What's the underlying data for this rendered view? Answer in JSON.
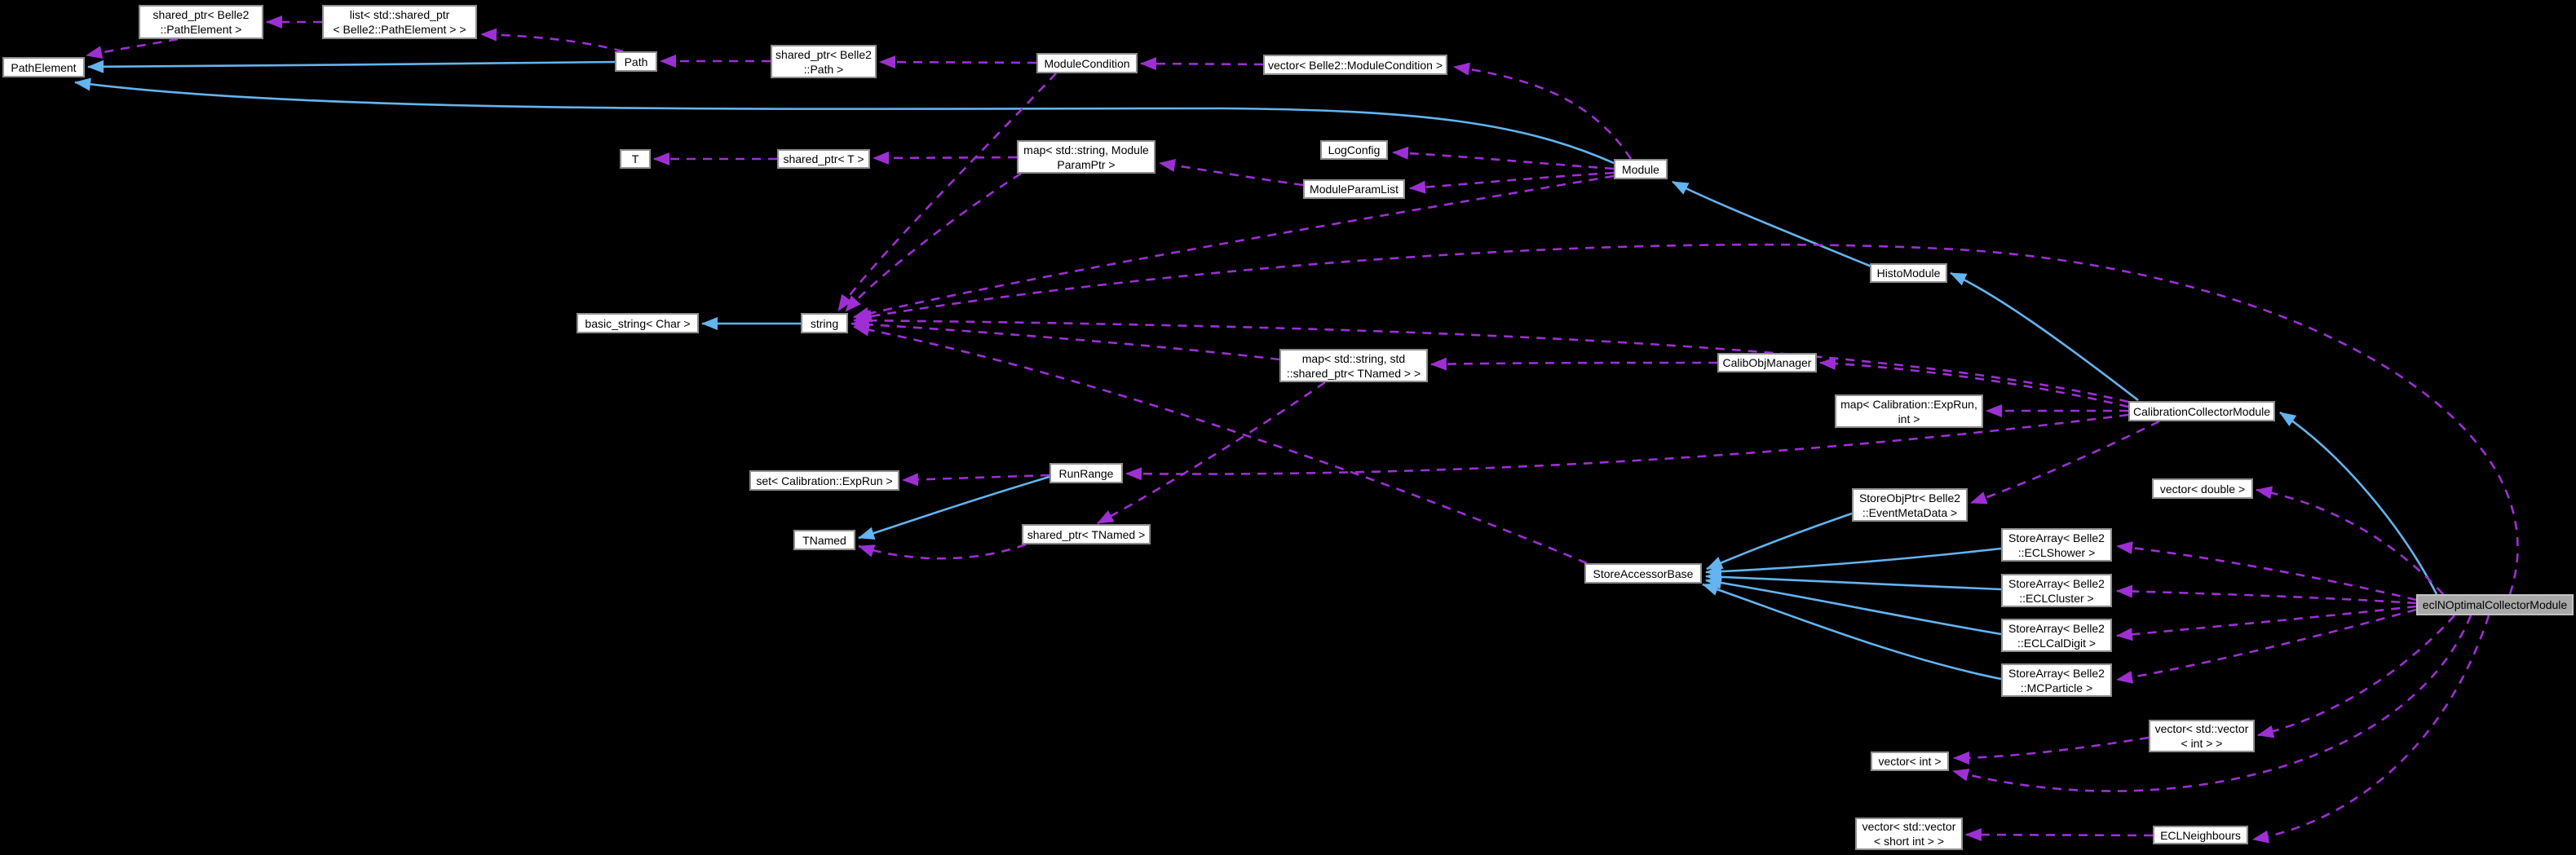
{
  "diagram": {
    "kind": "doxygen-collaboration-graph",
    "background_color": "#000000",
    "colors": {
      "inheritance_edge": "#63b4f0",
      "usage_edge": "#9e2fd4",
      "node_fill": "#ffffff",
      "node_border": "#8f8f8f",
      "highlight_fill": "#a9a9a9",
      "highlight_border": "#c2c2c2",
      "text": "#000000"
    },
    "nodes": [
      {
        "id": "path-element",
        "lines": [
          "PathElement"
        ]
      },
      {
        "id": "shared-ptr-path-element",
        "lines": [
          "shared_ptr< Belle2",
          "::PathElement >"
        ]
      },
      {
        "id": "list-shared-ptr-path-element",
        "lines": [
          "list< std::shared_ptr",
          "< Belle2::PathElement > >"
        ]
      },
      {
        "id": "path",
        "lines": [
          "Path"
        ]
      },
      {
        "id": "shared-ptr-path",
        "lines": [
          "shared_ptr< Belle2",
          "::Path >"
        ]
      },
      {
        "id": "module-condition",
        "lines": [
          "ModuleCondition"
        ]
      },
      {
        "id": "vector-module-condition",
        "lines": [
          "vector< Belle2::ModuleCondition >"
        ]
      },
      {
        "id": "t",
        "lines": [
          "T"
        ]
      },
      {
        "id": "shared-ptr-t",
        "lines": [
          "shared_ptr< T >"
        ]
      },
      {
        "id": "map-string-module-param-ptr",
        "lines": [
          "map< std::string, Module",
          "ParamPtr >"
        ]
      },
      {
        "id": "log-config",
        "lines": [
          "LogConfig"
        ]
      },
      {
        "id": "module-param-list",
        "lines": [
          "ModuleParamList"
        ]
      },
      {
        "id": "module",
        "lines": [
          "Module"
        ]
      },
      {
        "id": "histo-module",
        "lines": [
          "HistoModule"
        ]
      },
      {
        "id": "basic-string-char",
        "lines": [
          "basic_string< Char >"
        ]
      },
      {
        "id": "string",
        "lines": [
          "string"
        ]
      },
      {
        "id": "map-string-shared-ptr-tnamed",
        "lines": [
          "map< std::string, std",
          "::shared_ptr< TNamed > >"
        ]
      },
      {
        "id": "calib-obj-manager",
        "lines": [
          "CalibObjManager"
        ]
      },
      {
        "id": "map-exprun-int",
        "lines": [
          "map< Calibration::ExpRun,",
          "int >"
        ]
      },
      {
        "id": "calibration-collector-module",
        "lines": [
          "CalibrationCollectorModule"
        ]
      },
      {
        "id": "set-calibration-exprun",
        "lines": [
          "set< Calibration::ExpRun >"
        ]
      },
      {
        "id": "run-range",
        "lines": [
          "RunRange"
        ]
      },
      {
        "id": "tnamed",
        "lines": [
          "TNamed"
        ]
      },
      {
        "id": "shared-ptr-tnamed",
        "lines": [
          "shared_ptr< TNamed >"
        ]
      },
      {
        "id": "vector-double",
        "lines": [
          "vector< double >"
        ]
      },
      {
        "id": "store-obj-ptr-event-meta-data",
        "lines": [
          "StoreObjPtr< Belle2",
          "::EventMetaData >"
        ]
      },
      {
        "id": "store-accessor-base",
        "lines": [
          "StoreAccessorBase"
        ]
      },
      {
        "id": "store-array-ecl-shower",
        "lines": [
          "StoreArray< Belle2",
          "::ECLShower >"
        ]
      },
      {
        "id": "store-array-ecl-cluster",
        "lines": [
          "StoreArray< Belle2",
          "::ECLCluster >"
        ]
      },
      {
        "id": "store-array-ecl-cal-digit",
        "lines": [
          "StoreArray< Belle2",
          "::ECLCalDigit >"
        ]
      },
      {
        "id": "store-array-mc-particle",
        "lines": [
          "StoreArray< Belle2",
          "::MCParticle >"
        ]
      },
      {
        "id": "ecl-n-optimal-collector-module",
        "lines": [
          "eclNOptimalCollectorModule"
        ],
        "highlighted": true
      },
      {
        "id": "vector-vector-int",
        "lines": [
          "vector< std::vector",
          "< int > >"
        ]
      },
      {
        "id": "vector-int",
        "lines": [
          "vector< int >"
        ]
      },
      {
        "id": "vector-vector-short-int",
        "lines": [
          "vector< std::vector",
          "< short int > >"
        ]
      },
      {
        "id": "ecl-neighbours",
        "lines": [
          "ECLNeighbours"
        ]
      }
    ],
    "edges": [
      {
        "from": "Path",
        "to": "PathElement",
        "type": "inheritance"
      },
      {
        "from": "Module",
        "to": "PathElement",
        "type": "inheritance"
      },
      {
        "from": "HistoModule",
        "to": "Module",
        "type": "inheritance"
      },
      {
        "from": "CalibrationCollectorModule",
        "to": "HistoModule",
        "type": "inheritance"
      },
      {
        "from": "eclNOptimalCollectorModule",
        "to": "CalibrationCollectorModule",
        "type": "inheritance"
      },
      {
        "from": "string",
        "to": "basic_string< Char >",
        "type": "inheritance"
      },
      {
        "from": "RunRange",
        "to": "TNamed",
        "type": "inheritance"
      },
      {
        "from": "StoreObjPtr< Belle2::EventMetaData >",
        "to": "StoreAccessorBase",
        "type": "inheritance"
      },
      {
        "from": "StoreArray< Belle2::ECLShower >",
        "to": "StoreAccessorBase",
        "type": "inheritance"
      },
      {
        "from": "StoreArray< Belle2::ECLCluster >",
        "to": "StoreAccessorBase",
        "type": "inheritance"
      },
      {
        "from": "StoreArray< Belle2::ECLCalDigit >",
        "to": "StoreAccessorBase",
        "type": "inheritance"
      },
      {
        "from": "StoreArray< Belle2::MCParticle >",
        "to": "StoreAccessorBase",
        "type": "inheritance"
      },
      {
        "from": "shared_ptr< Belle2::PathElement >",
        "to": "PathElement",
        "type": "usage"
      },
      {
        "from": "list< std::shared_ptr< Belle2::PathElement > >",
        "to": "shared_ptr< Belle2::PathElement >",
        "type": "usage"
      },
      {
        "from": "Path",
        "to": "list< std::shared_ptr< Belle2::PathElement > >",
        "type": "usage"
      },
      {
        "from": "shared_ptr< Belle2::Path >",
        "to": "Path",
        "type": "usage"
      },
      {
        "from": "ModuleCondition",
        "to": "shared_ptr< Belle2::Path >",
        "type": "usage"
      },
      {
        "from": "vector< Belle2::ModuleCondition >",
        "to": "ModuleCondition",
        "type": "usage"
      },
      {
        "from": "Module",
        "to": "vector< Belle2::ModuleCondition >",
        "type": "usage"
      },
      {
        "from": "Module",
        "to": "LogConfig",
        "type": "usage"
      },
      {
        "from": "Module",
        "to": "ModuleParamList",
        "type": "usage"
      },
      {
        "from": "Module",
        "to": "string",
        "type": "usage"
      },
      {
        "from": "ModuleParamList",
        "to": "map< std::string, ModuleParamPtr >",
        "type": "usage"
      },
      {
        "from": "map< std::string, ModuleParamPtr >",
        "to": "shared_ptr< T >",
        "type": "usage"
      },
      {
        "from": "shared_ptr< T >",
        "to": "T",
        "type": "usage"
      },
      {
        "from": "map< std::string, ModuleParamPtr >",
        "to": "string",
        "type": "usage"
      },
      {
        "from": "ModuleCondition",
        "to": "string",
        "type": "usage"
      },
      {
        "from": "map< std::string, std::shared_ptr< TNamed > >",
        "to": "string",
        "type": "usage"
      },
      {
        "from": "CalibObjManager",
        "to": "map< std::string, std::shared_ptr< TNamed > >",
        "type": "usage"
      },
      {
        "from": "map< std::string, std::shared_ptr< TNamed > >",
        "to": "shared_ptr< TNamed >",
        "type": "usage"
      },
      {
        "from": "shared_ptr< TNamed >",
        "to": "TNamed",
        "type": "usage"
      },
      {
        "from": "StoreAccessorBase",
        "to": "string",
        "type": "usage"
      },
      {
        "from": "CalibrationCollectorModule",
        "to": "CalibObjManager",
        "type": "usage"
      },
      {
        "from": "CalibrationCollectorModule",
        "to": "map< Calibration::ExpRun, int >",
        "type": "usage"
      },
      {
        "from": "CalibrationCollectorModule",
        "to": "RunRange",
        "type": "usage"
      },
      {
        "from": "CalibrationCollectorModule",
        "to": "StoreObjPtr< Belle2::EventMetaData >",
        "type": "usage"
      },
      {
        "from": "CalibrationCollectorModule",
        "to": "string",
        "type": "usage"
      },
      {
        "from": "RunRange",
        "to": "set< Calibration::ExpRun >",
        "type": "usage"
      },
      {
        "from": "eclNOptimalCollectorModule",
        "to": "vector< double >",
        "type": "usage"
      },
      {
        "from": "eclNOptimalCollectorModule",
        "to": "string",
        "type": "usage"
      },
      {
        "from": "eclNOptimalCollectorModule",
        "to": "StoreArray< Belle2::ECLShower >",
        "type": "usage"
      },
      {
        "from": "eclNOptimalCollectorModule",
        "to": "StoreArray< Belle2::ECLCluster >",
        "type": "usage"
      },
      {
        "from": "eclNOptimalCollectorModule",
        "to": "StoreArray< Belle2::ECLCalDigit >",
        "type": "usage"
      },
      {
        "from": "eclNOptimalCollectorModule",
        "to": "StoreArray< Belle2::MCParticle >",
        "type": "usage"
      },
      {
        "from": "eclNOptimalCollectorModule",
        "to": "vector< std::vector< int > >",
        "type": "usage"
      },
      {
        "from": "eclNOptimalCollectorModule",
        "to": "vector< int >",
        "type": "usage"
      },
      {
        "from": "eclNOptimalCollectorModule",
        "to": "ECLNeighbours",
        "type": "usage"
      },
      {
        "from": "vector< std::vector< int > >",
        "to": "vector< int >",
        "type": "usage"
      },
      {
        "from": "ECLNeighbours",
        "to": "vector< std::vector< short int > >",
        "type": "usage"
      }
    ]
  }
}
